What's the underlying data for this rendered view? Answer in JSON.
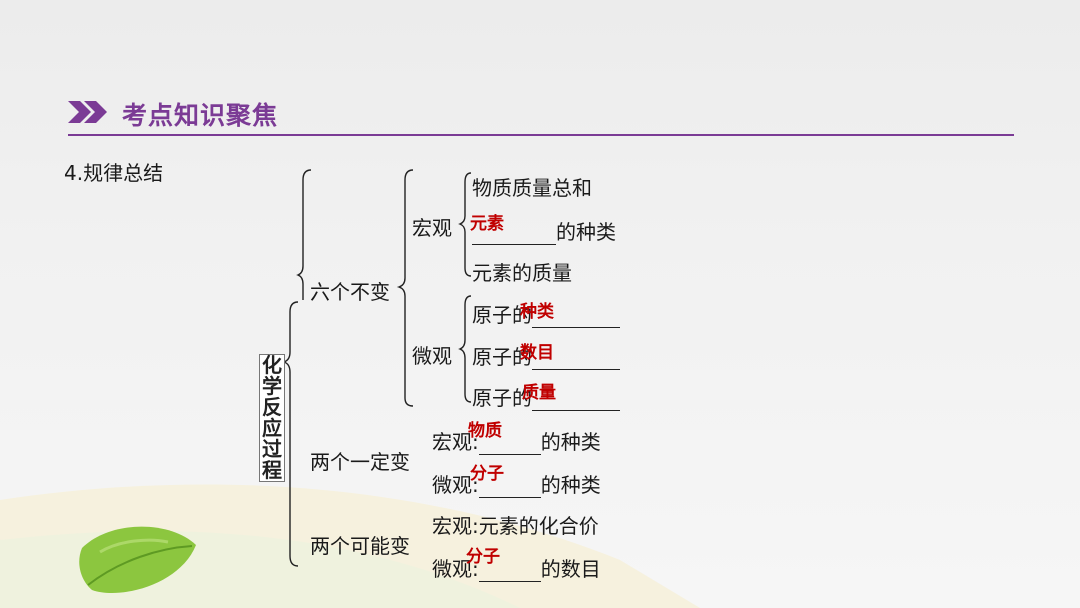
{
  "header": {
    "title": "考点知识聚焦"
  },
  "section": {
    "title": "4.规律总结"
  },
  "root": {
    "label": "化学反应过程"
  },
  "six_unchanged": {
    "label": "六个不变",
    "macro": {
      "label": "宏观",
      "item1": "物质质量总和",
      "item2_suffix": "的种类",
      "item2_answer": "元素",
      "item3": "元素的质量"
    },
    "micro": {
      "label": "微观",
      "prefix": "原子的",
      "answers": [
        "种类",
        "数目",
        "质量"
      ]
    }
  },
  "two_changed": {
    "label": "两个一定变",
    "macro_prefix": "宏观:",
    "macro_answer": "物质",
    "macro_suffix": "的种类",
    "micro_prefix": "微观:",
    "micro_answer": "分子",
    "micro_suffix": "的种类"
  },
  "two_maybe": {
    "label": "两个可能变",
    "macro_text": "宏观:元素的化合价",
    "micro_prefix": "微观:",
    "micro_answer": "分子",
    "micro_suffix": "的数目"
  },
  "icons": {
    "header": "double-chevron-icon",
    "decor": "leaf-icon"
  },
  "colors": {
    "accent": "#7b3b95",
    "answer": "#c00000"
  }
}
